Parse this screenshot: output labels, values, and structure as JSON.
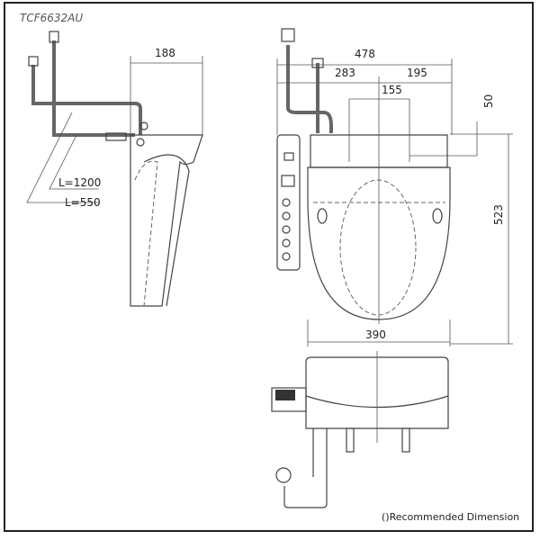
{
  "title": "TCF6632AU",
  "side_view": {
    "width_dim": "188",
    "cable_long": "L=1200",
    "cable_short": "L=550"
  },
  "top_view": {
    "overall_width": "478",
    "left_offset": "283",
    "right_offset": "195",
    "bolt_spacing": "155",
    "bolt_depth": "50",
    "length": "523",
    "seat_width": "390"
  },
  "footnote": "()Recommended Dimension"
}
